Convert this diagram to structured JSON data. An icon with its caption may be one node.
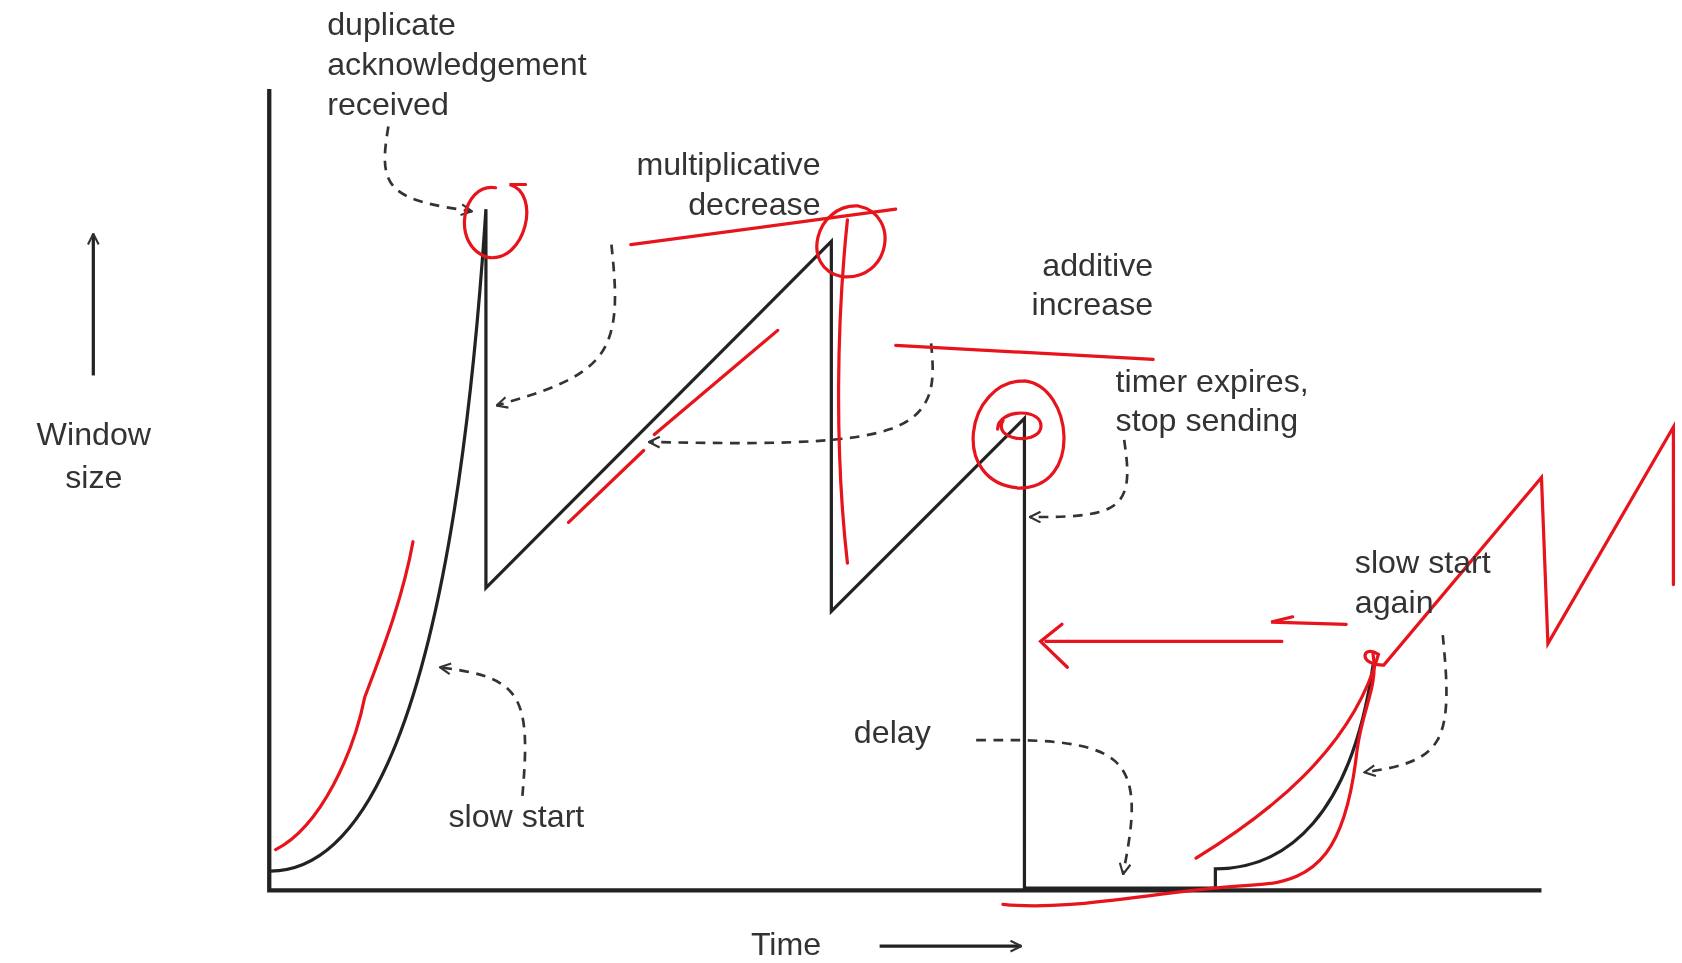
{
  "diagram": {
    "nodes": [
      {
        "text": [
          "duplicate acknowledgement received"
        ]
      },
      {
        "text": [
          "multiplicative decrease"
        ]
      },
      {
        "text": [
          "additive increase"
        ]
      },
      {
        "text": [
          "timer expires, stop sending"
        ]
      },
      {
        "text": [
          "delay"
        ]
      },
      {
        "text": [
          "slow start"
        ]
      },
      {
        "text": [
          "slow start again"
        ]
      }
    ],
    "edges": [
      {
        "from": 0,
        "to": null,
        "arrow": "to",
        "style": "dashed"
      },
      {
        "from": 1,
        "to": null,
        "arrow": "to",
        "style": "dashed"
      },
      {
        "from": 2,
        "to": null,
        "arrow": "to",
        "style": "dashed"
      },
      {
        "from": 3,
        "to": null,
        "arrow": "to",
        "style": "dashed"
      },
      {
        "from": 4,
        "to": null,
        "arrow": "to",
        "style": "dashed"
      },
      {
        "from": 5,
        "to": null,
        "arrow": "to",
        "style": "dashed"
      },
      {
        "from": 6,
        "to": null,
        "arrow": "to",
        "style": "dashed"
      }
    ],
    "labels": [
      "Window size",
      "Time"
    ]
  }
}
